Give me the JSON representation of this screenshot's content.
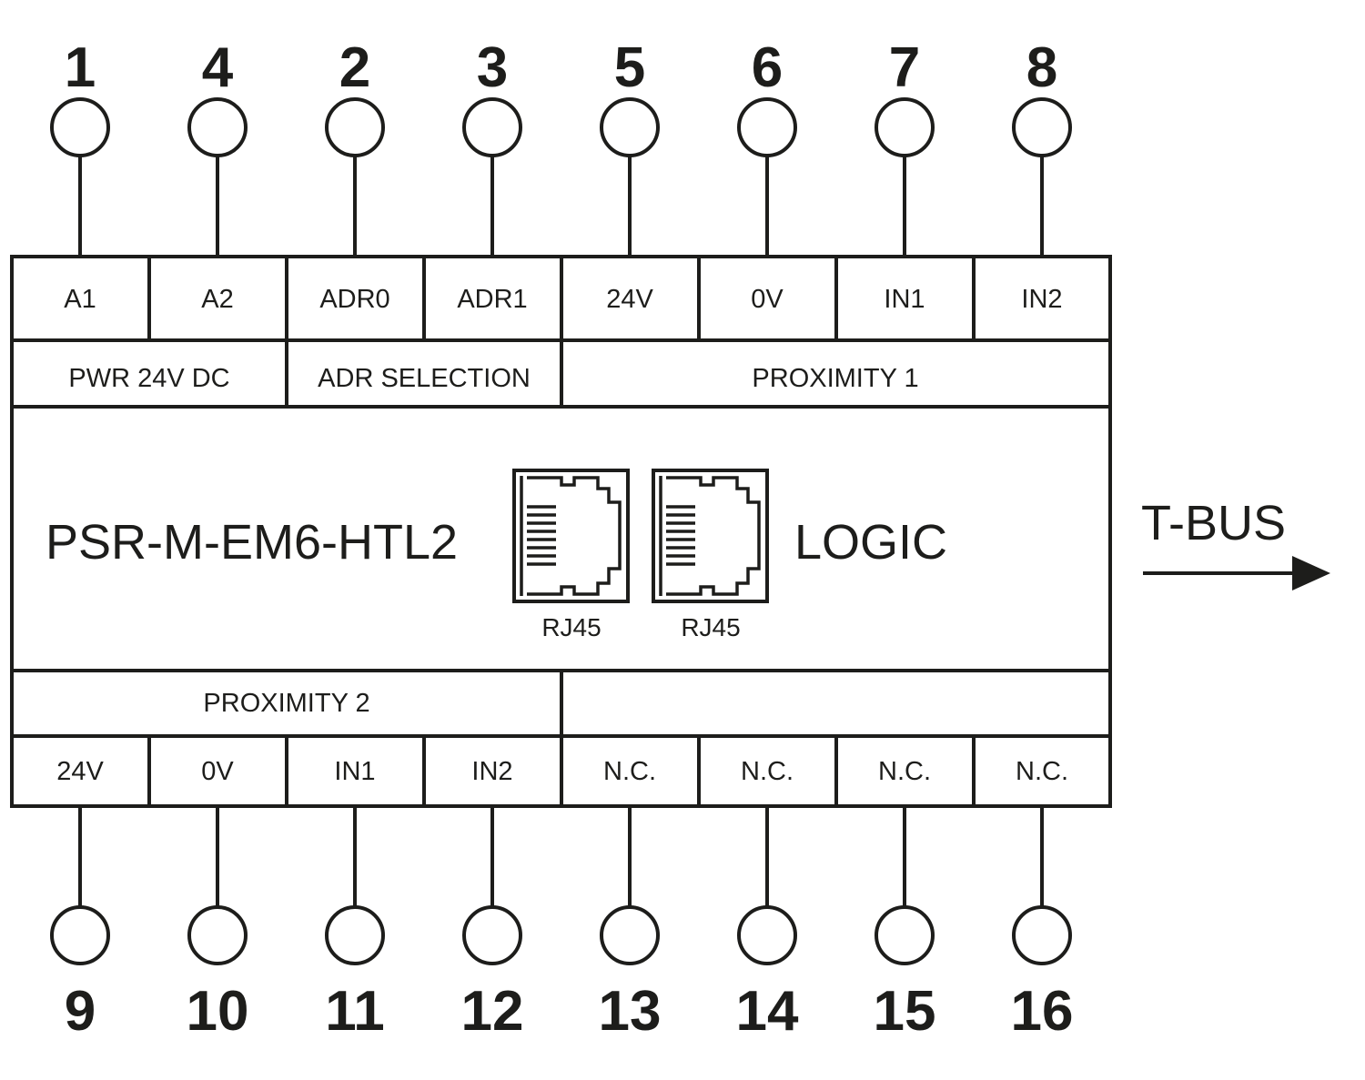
{
  "device": {
    "model": "PSR-M-EM6-HTL2",
    "logic_label": "LOGIC",
    "bus_label": "T-BUS",
    "rj45_labels": [
      "RJ45",
      "RJ45"
    ]
  },
  "top_terminals": [
    {
      "number": "1",
      "label": "A1"
    },
    {
      "number": "4",
      "label": "A2"
    },
    {
      "number": "2",
      "label": "ADR0"
    },
    {
      "number": "3",
      "label": "ADR1"
    },
    {
      "number": "5",
      "label": "24V"
    },
    {
      "number": "6",
      "label": "0V"
    },
    {
      "number": "7",
      "label": "IN1"
    },
    {
      "number": "8",
      "label": "IN2"
    }
  ],
  "top_groups": [
    {
      "label": "PWR 24V DC"
    },
    {
      "label": "ADR SELECTION"
    },
    {
      "label": "PROXIMITY 1"
    }
  ],
  "bottom_groups": [
    {
      "label": "PROXIMITY 2"
    },
    {
      "label": ""
    }
  ],
  "bottom_terminals": [
    {
      "number": "9",
      "label": "24V"
    },
    {
      "number": "10",
      "label": "0V"
    },
    {
      "number": "11",
      "label": "IN1"
    },
    {
      "number": "12",
      "label": "IN2"
    },
    {
      "number": "13",
      "label": "N.C."
    },
    {
      "number": "14",
      "label": "N.C."
    },
    {
      "number": "15",
      "label": "N.C."
    },
    {
      "number": "16",
      "label": "N.C."
    }
  ]
}
